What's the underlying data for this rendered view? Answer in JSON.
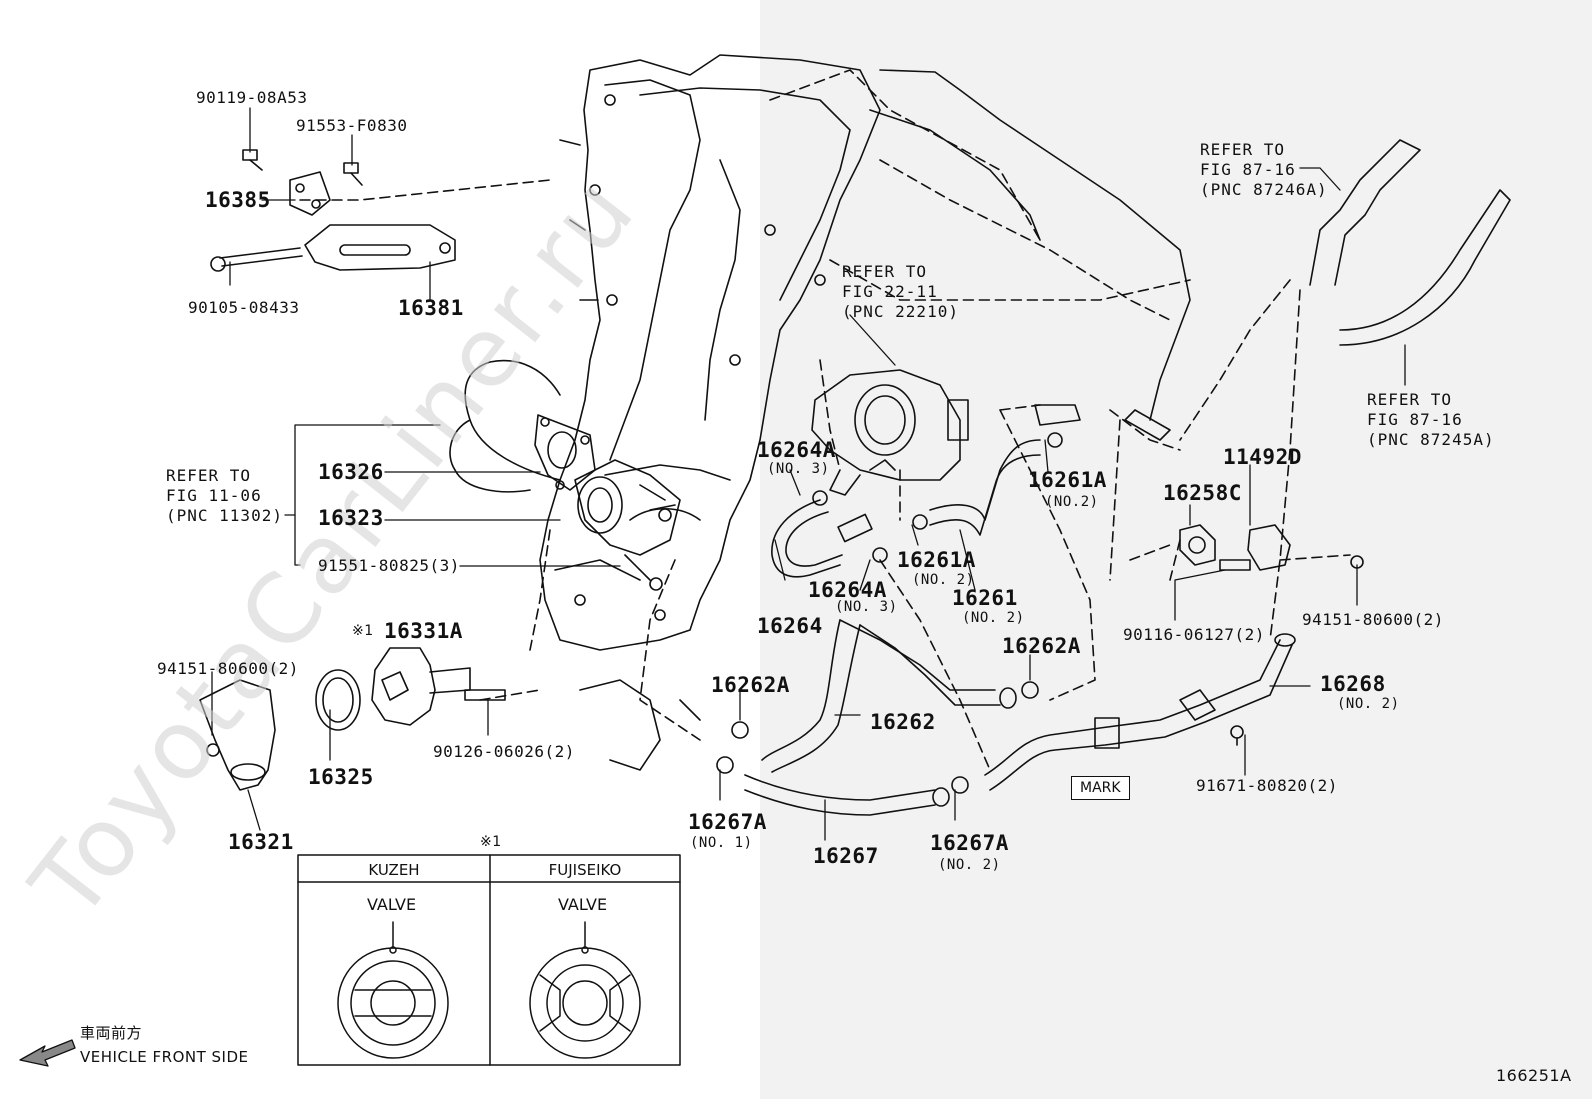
{
  "watermark": "ToyotaCarLiner.ru",
  "diagram_id": "166251A",
  "direction": {
    "jp": "車両前方",
    "en": "VEHICLE FRONT SIDE"
  },
  "table": {
    "note_symbol": "※1",
    "col1": "KUZEH",
    "col2": "FUJISEIKO",
    "valve": "VALVE"
  },
  "refs": {
    "fig_87_16_a": "REFER TO\nFIG 87-16\n(PNC 87246A)",
    "fig_87_16_b": "REFER TO\nFIG 87-16\n(PNC 87245A)",
    "fig_22_11": "REFER TO\nFIG 22-11\n(PNC 22210)",
    "fig_11_06": "REFER TO\nFIG 11-06\n(PNC 11302)"
  },
  "mark_label": "MARK",
  "parts": {
    "p90119": "90119-08A53",
    "p91553": "91553-F0830",
    "p16385": "16385",
    "p90105": "90105-08433",
    "p16381": "16381",
    "p16326": "16326",
    "p16323": "16323",
    "p91551": "91551-80825(3)",
    "p16331A": "16331A",
    "p16331A_note": "※1",
    "p94151_left": "94151-80600(2)",
    "p16325": "16325",
    "p90126": "90126-06026(2)",
    "p16321": "16321",
    "p16264A_top": "16264A",
    "p16264A_top_sub": "(NO. 3)",
    "p16264A_mid": "16264A",
    "p16264A_mid_sub": "(NO. 3)",
    "p16264": "16264",
    "p16261A_right": "16261A",
    "p16261A_right_sub": "(NO.2)",
    "p16261A_mid": "16261A",
    "p16261A_mid_sub": "(NO. 2)",
    "p16261": "16261",
    "p16261_sub": "(NO. 2)",
    "p16262A_right": "16262A",
    "p16262A_left": "16262A",
    "p16262": "16262",
    "p16267A_1": "16267A",
    "p16267A_1_sub": "(NO. 1)",
    "p16267": "16267",
    "p16267A_2": "16267A",
    "p16267A_2_sub": "(NO. 2)",
    "p16258C": "16258C",
    "p11492D": "11492D",
    "p94151_right": "94151-80600(2)",
    "p90116": "90116-06127(2)",
    "p16268": "16268",
    "p16268_sub": "(NO. 2)",
    "p91671": "91671-80820(2)"
  }
}
